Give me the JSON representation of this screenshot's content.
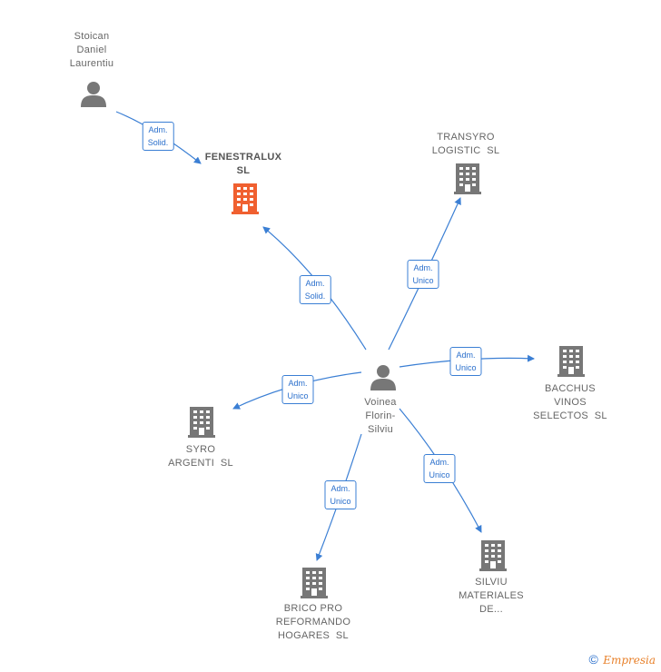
{
  "colors": {
    "edge": "#3b7fd4",
    "building": "#777777",
    "building_main": "#f06030",
    "person": "#777777"
  },
  "nodes": {
    "stoican": {
      "label": "Stoican\nDaniel\nLaurentiu",
      "icon": "person-icon"
    },
    "fenestralux": {
      "label": "FENESTRALUX\nSL",
      "icon": "building-icon"
    },
    "transyro": {
      "label": "TRANSYRO\nLOGISTIC  SL",
      "icon": "building-icon"
    },
    "voinea": {
      "label": "Voinea\nFlorin-\nSilviu",
      "icon": "person-icon"
    },
    "bacchus": {
      "label": "BACCHUS\nVINOS\nSELECTOS  SL",
      "icon": "building-icon"
    },
    "syro": {
      "label": "SYRO\nARGENTI  SL",
      "icon": "building-icon"
    },
    "brico": {
      "label": "BRICO PRO\nREFORMANDO\nHOGARES  SL",
      "icon": "building-icon"
    },
    "silviu": {
      "label": "SILVIU\nMATERIALES\nDE...",
      "icon": "building-icon"
    }
  },
  "edges": {
    "stoican_fenestralux": "Adm.\nSolid.",
    "voinea_fenestralux": "Adm.\nSolid.",
    "voinea_transyro": "Adm.\nUnico",
    "voinea_bacchus": "Adm.\nUnico",
    "voinea_syro": "Adm.\nUnico",
    "voinea_brico": "Adm.\nUnico",
    "voinea_silviu": "Adm.\nUnico"
  },
  "footer": {
    "copyright": "©",
    "brand": "Empresia"
  }
}
